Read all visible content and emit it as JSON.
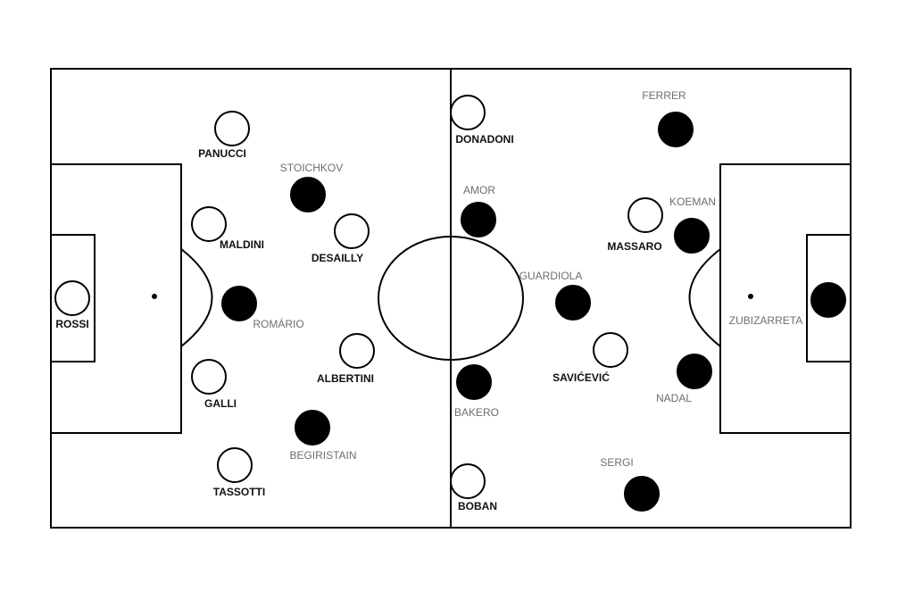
{
  "players": [
    {
      "name": "PANUCCI",
      "team": "white"
    },
    {
      "name": "MALDINI",
      "team": "white"
    },
    {
      "name": "ROSSI",
      "team": "white"
    },
    {
      "name": "GALLI",
      "team": "white"
    },
    {
      "name": "TASSOTTI",
      "team": "white"
    },
    {
      "name": "DESAILLY",
      "team": "white"
    },
    {
      "name": "ALBERTINI",
      "team": "white"
    },
    {
      "name": "DONADONI",
      "team": "white"
    },
    {
      "name": "BOBAN",
      "team": "white"
    },
    {
      "name": "MASSARO",
      "team": "white"
    },
    {
      "name": "SAVIĆEVIĆ",
      "team": "white"
    },
    {
      "name": "STOICHKOV",
      "team": "black"
    },
    {
      "name": "ROMÁRIO",
      "team": "black"
    },
    {
      "name": "BEGIRISTAIN",
      "team": "black"
    },
    {
      "name": "AMOR",
      "team": "black"
    },
    {
      "name": "BAKERO",
      "team": "black"
    },
    {
      "name": "GUARDIOLA",
      "team": "black"
    },
    {
      "name": "FERRER",
      "team": "black"
    },
    {
      "name": "KOEMAN",
      "team": "black"
    },
    {
      "name": "NADAL",
      "team": "black"
    },
    {
      "name": "SERGI",
      "team": "black"
    },
    {
      "name": "ZUBIZARRETA",
      "team": "black"
    }
  ],
  "colors": {
    "white_team_fill": "#ffffff",
    "black_team_fill": "#000000",
    "white_label": "#111111",
    "black_label": "#6e6e6e"
  }
}
